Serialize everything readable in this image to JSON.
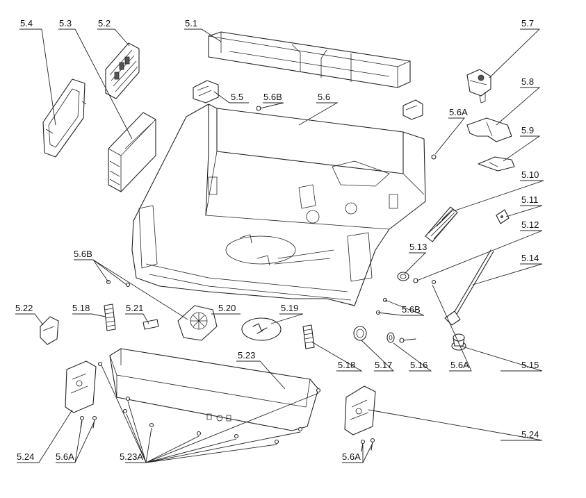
{
  "callouts": [
    {
      "id": "c-5-1",
      "text": "5.1"
    },
    {
      "id": "c-5-2",
      "text": "5.2"
    },
    {
      "id": "c-5-3",
      "text": "5.3"
    },
    {
      "id": "c-5-4",
      "text": "5.4"
    },
    {
      "id": "c-5-5",
      "text": "5.5"
    },
    {
      "id": "c-5-6B-a",
      "text": "5.6B"
    },
    {
      "id": "c-5-6",
      "text": "5.6"
    },
    {
      "id": "c-5-6A-a",
      "text": "5.6A"
    },
    {
      "id": "c-5-7",
      "text": "5.7"
    },
    {
      "id": "c-5-8",
      "text": "5.8"
    },
    {
      "id": "c-5-9",
      "text": "5.9"
    },
    {
      "id": "c-5-10",
      "text": "5.10"
    },
    {
      "id": "c-5-11",
      "text": "5.11"
    },
    {
      "id": "c-5-12",
      "text": "5.12"
    },
    {
      "id": "c-5-13",
      "text": "5.13"
    },
    {
      "id": "c-5-14",
      "text": "5.14"
    },
    {
      "id": "c-5-6B-b",
      "text": "5.6B"
    },
    {
      "id": "c-5-6B-c",
      "text": "5.6B"
    },
    {
      "id": "c-5-22",
      "text": "5.22"
    },
    {
      "id": "c-5-18-a",
      "text": "5.18"
    },
    {
      "id": "c-5-21",
      "text": "5.21"
    },
    {
      "id": "c-5-20",
      "text": "5.20"
    },
    {
      "id": "c-5-19",
      "text": "5.19"
    },
    {
      "id": "c-5-23",
      "text": "5.23"
    },
    {
      "id": "c-5-18-b",
      "text": "5.18"
    },
    {
      "id": "c-5-17",
      "text": "5.17"
    },
    {
      "id": "c-5-16",
      "text": "5.16"
    },
    {
      "id": "c-5-6A-b",
      "text": "5.6A"
    },
    {
      "id": "c-5-15",
      "text": "5.15"
    },
    {
      "id": "c-5-24-a",
      "text": "5.24"
    },
    {
      "id": "c-5-6A-c",
      "text": "5.6A"
    },
    {
      "id": "c-5-23A",
      "text": "5.23A"
    },
    {
      "id": "c-5-24-b",
      "text": "5.24"
    },
    {
      "id": "c-5-6A-d",
      "text": "5.6A"
    }
  ]
}
